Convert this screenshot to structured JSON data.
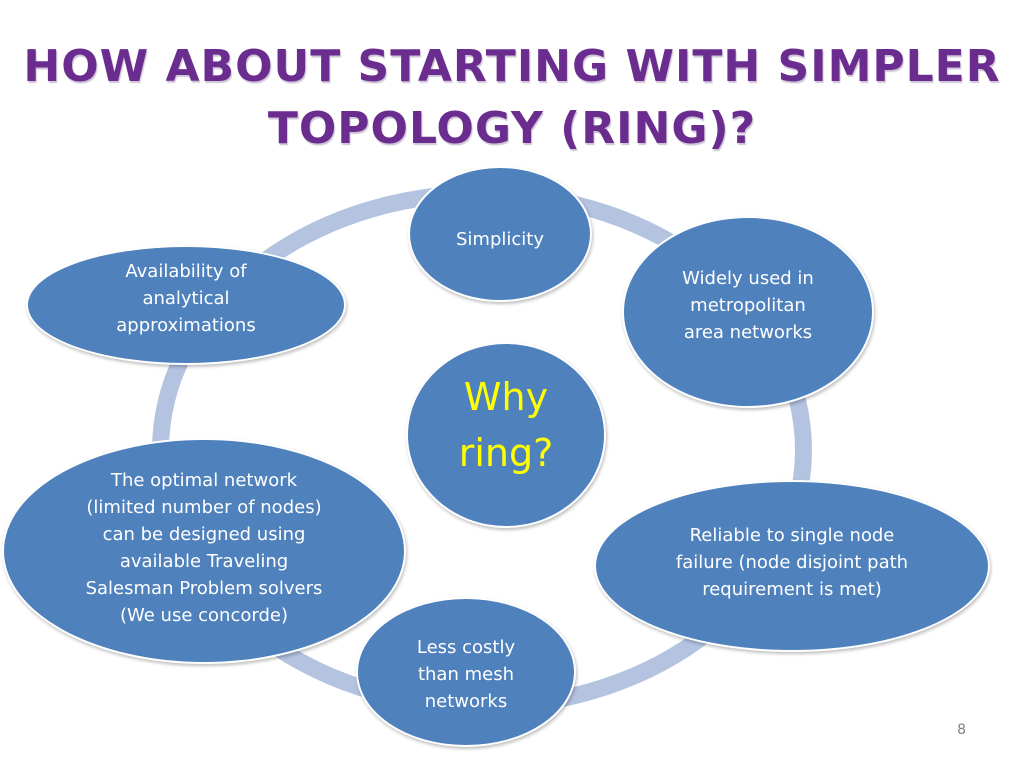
{
  "title": {
    "line1": "HOW ABOUT STARTING WITH SIMPLER",
    "line2": "TOPOLOGY (RING)?"
  },
  "center": {
    "line1": "Why",
    "line2": "ring?"
  },
  "nodes": [
    {
      "lines": [
        "Simplicity"
      ]
    },
    {
      "lines": [
        "Widely used in",
        "metropolitan",
        "area networks"
      ]
    },
    {
      "lines": [
        "Reliable to single node",
        "failure (node disjoint path",
        "requirement is met)"
      ]
    },
    {
      "lines": [
        "Less costly",
        "than mesh",
        "networks"
      ]
    },
    {
      "lines": [
        "The optimal network",
        "(limited number of nodes)",
        "can be designed using",
        "available Traveling",
        "Salesman Problem solvers",
        "(We use concorde)"
      ]
    },
    {
      "lines": [
        "Availability of",
        "analytical",
        "approximations"
      ]
    }
  ],
  "page_number": "8",
  "colors": {
    "title": "#6b2c8f",
    "node_fill": "#4f81bd",
    "node_text": "#ffffff",
    "center_text": "#ffff00",
    "ring": "#b3c3e0"
  }
}
